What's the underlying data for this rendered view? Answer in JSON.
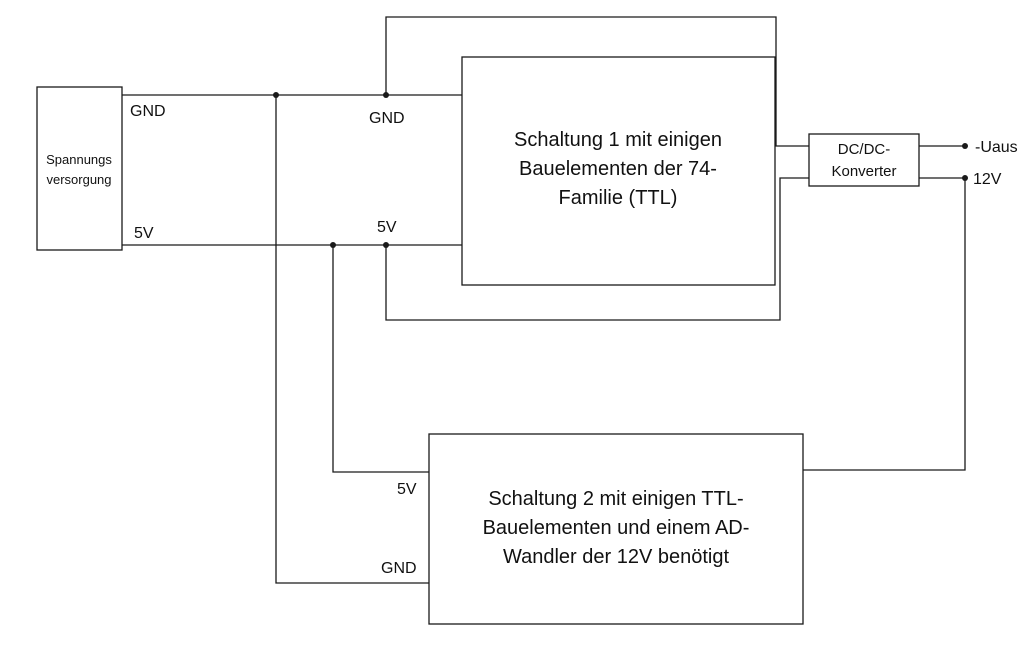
{
  "blocks": {
    "supply": {
      "lines": [
        "Spannungs",
        "versorgung"
      ]
    },
    "circuit1": {
      "lines": [
        "Schaltung 1 mit einigen",
        "Bauelementen der 74-",
        "Familie (TTL)"
      ]
    },
    "dcdc": {
      "lines": [
        "DC/DC-",
        "Konverter"
      ]
    },
    "circuit2": {
      "lines": [
        "Schaltung 2 mit einigen TTL-",
        "Bauelementen und einem AD-",
        "Wandler der 12V benötigt"
      ]
    }
  },
  "labels": {
    "supply_gnd": "GND",
    "supply_5v": "5V",
    "c1_gnd": "GND",
    "c1_5v": "5V",
    "c2_5v": "5V",
    "c2_gnd": "GND",
    "out_uaus": "-Uaus",
    "out_12v": "12V"
  }
}
